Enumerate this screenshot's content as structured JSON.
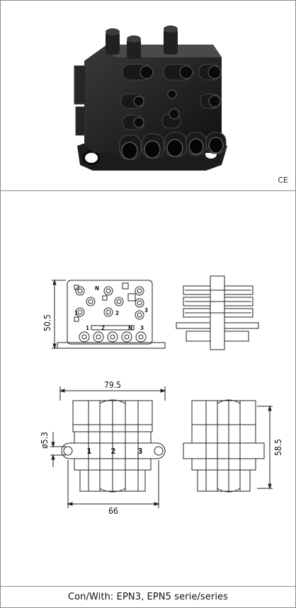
{
  "marks": {
    "ce": "CE"
  },
  "dimensions": {
    "height_front": "50.5",
    "width_top": "79.5",
    "hole_dia": "ø5.3",
    "width_bottom": "66",
    "height_side": "58.5"
  },
  "pin_labels": {
    "front_n": "N",
    "front_1": "1",
    "front_2": "2",
    "front_3": "3",
    "bottom_1": "1",
    "bottom_2": "2",
    "bottom_n": "N",
    "bottom_3": "3",
    "plan_1": "1",
    "plan_2": "2",
    "plan_3": "3"
  },
  "caption": "Con/With: EPN3, EPN5 serie/series"
}
